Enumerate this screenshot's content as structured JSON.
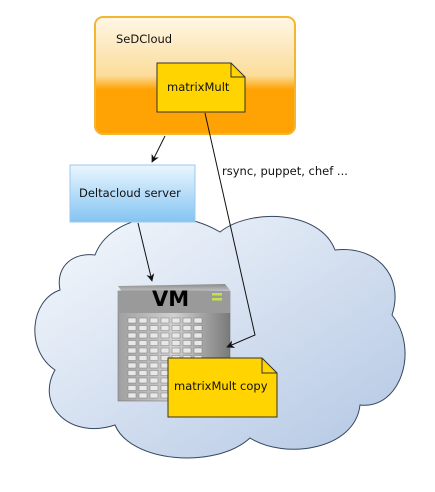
{
  "nodes": {
    "sedcloud": {
      "label": "SeDCloud"
    },
    "matrixmult": {
      "label": "matrixMult"
    },
    "deltacloud": {
      "label": "Deltacloud server"
    },
    "vm": {
      "label": "VM"
    },
    "matrixmult_copy": {
      "label": "matrixMult copy"
    }
  },
  "edges": {
    "sync": {
      "label": "rsync, puppet, chef ..."
    }
  },
  "colors": {
    "sedcloud_top": "#fde9b8",
    "sedcloud_bottom": "#ffa203",
    "sedcloud_border": "#f6c24a",
    "note_fill": "#ffd400",
    "note_border": "#333333",
    "deltacloud_top": "#e6f4ff",
    "deltacloud_bottom": "#8ac8f4",
    "cloud_top": "#f6f9fd",
    "cloud_bottom": "#b4c8e4",
    "cloud_border": "#33475f",
    "vm_body": "#8a8a8a",
    "vm_led": "#c5e04a"
  }
}
